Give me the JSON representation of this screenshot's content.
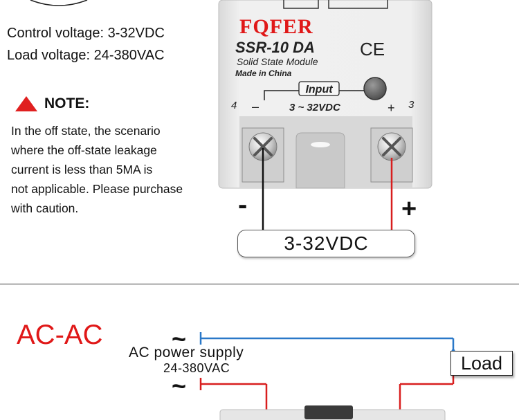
{
  "specs": {
    "control_voltage": "Control voltage: 3-32VDC",
    "load_voltage": "Load voltage: 24-380VAC"
  },
  "note": {
    "title": "NOTE:",
    "lines": [
      "In the off state, the scenario",
      "where the off-state leakage",
      "current is less than 5MA is",
      "not applicable. Please purchase",
      "with caution."
    ]
  },
  "module": {
    "brand": "FQFER",
    "model": "SSR-10 DA",
    "ce_mark": "CE",
    "type": "Solid State Module",
    "origin": "Made in China",
    "input_label": "Input",
    "terminal_left_num": "4",
    "terminal_left_sign": "–",
    "input_range": "3 ~ 32VDC",
    "terminal_right_sign": "+",
    "terminal_right_num": "3"
  },
  "input_wiring": {
    "minus": "-",
    "plus": "+",
    "voltage_box": "3-32VDC"
  },
  "ac_section": {
    "title": "AC-AC",
    "tilde": "~",
    "supply_label": "AC power supply",
    "supply_voltage": "24-380VAC",
    "load_label": "Load"
  },
  "colors": {
    "accent_red": "#e01818",
    "wire_blue": "#2a78c8",
    "wire_red": "#d81e1e",
    "module_body": "#e9e9e9"
  }
}
